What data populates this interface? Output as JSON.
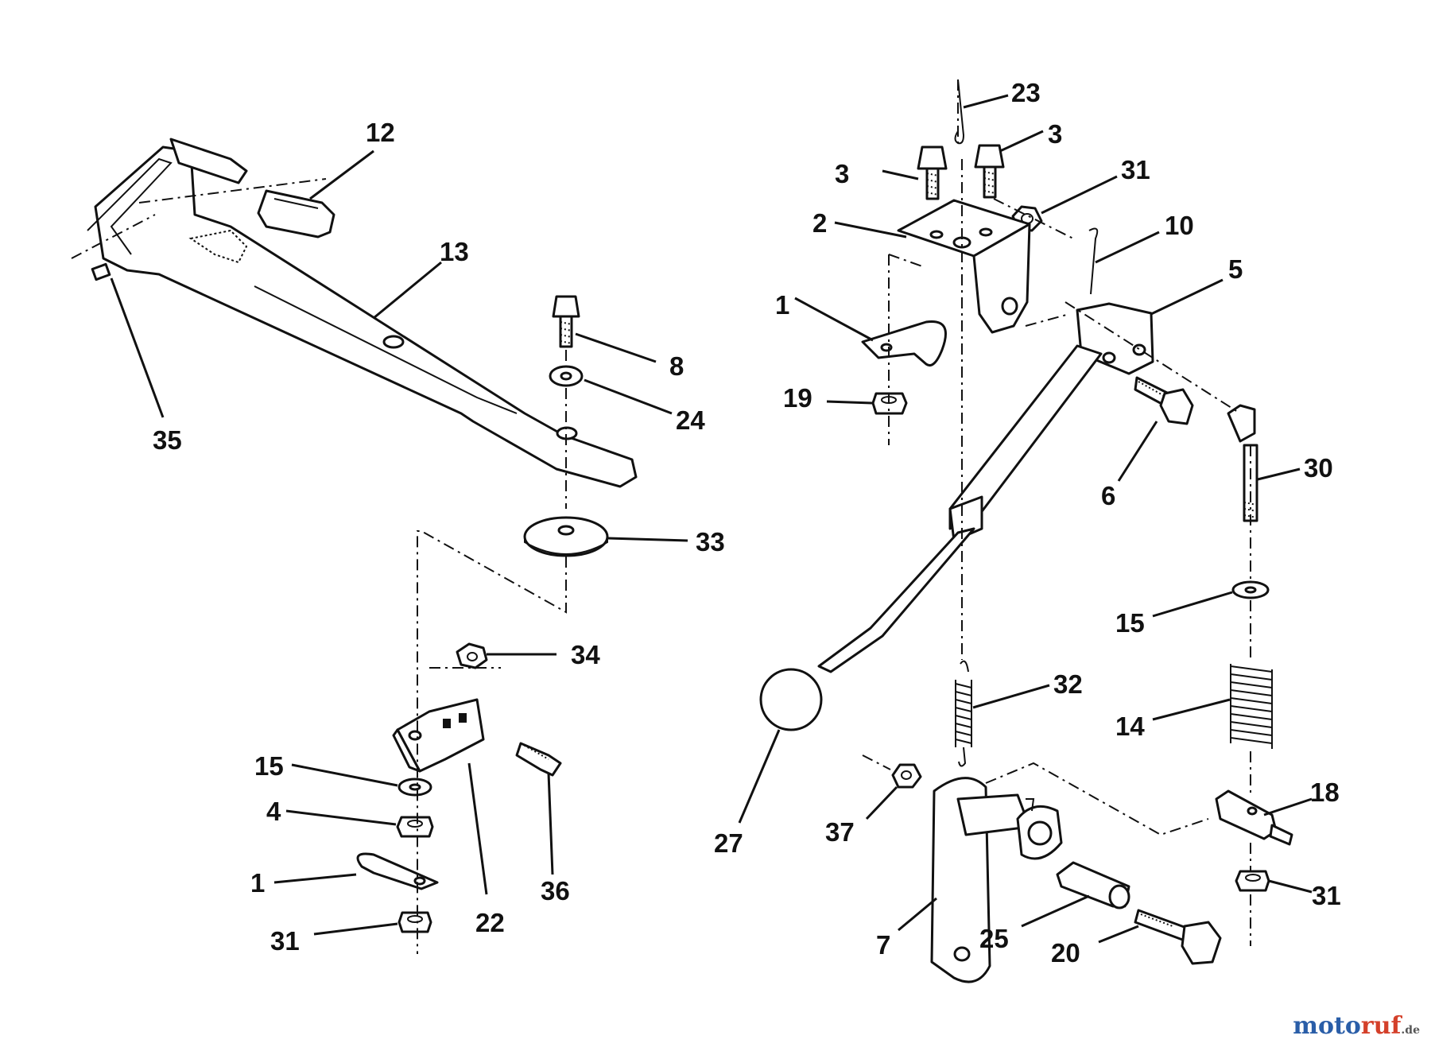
{
  "labels": {
    "n12": "12",
    "n13": "13",
    "n35": "35",
    "n8": "8",
    "n24": "24",
    "n33": "33",
    "n34": "34",
    "n15a": "15",
    "n4": "4",
    "n1a": "1",
    "n31a": "31",
    "n22": "22",
    "n36": "36",
    "n23": "23",
    "n3a": "3",
    "n3b": "3",
    "n31b": "31",
    "n2": "2",
    "n10": "10",
    "n5": "5",
    "n1b": "1",
    "n19": "19",
    "n6": "6",
    "n30": "30",
    "n15b": "15",
    "n32": "32",
    "n14": "14",
    "n27": "27",
    "n37": "37",
    "n18": "18",
    "n31c": "31",
    "n7": "7",
    "n25": "25",
    "n20": "20"
  },
  "watermark": {
    "part1": "moto",
    "part2": "ruf",
    "suffix": ".de"
  },
  "colors": {
    "ink": "#111111",
    "watermark_blue": "#2a5ea8",
    "watermark_red": "#d4402a"
  }
}
